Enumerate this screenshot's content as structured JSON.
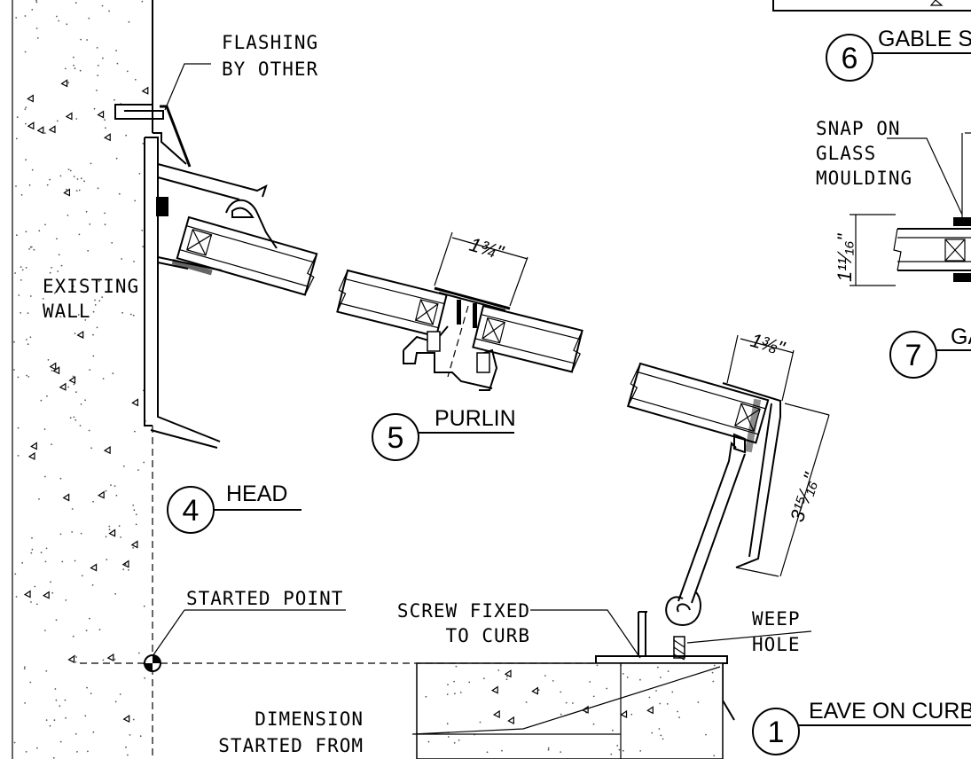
{
  "labels": {
    "flashing_line1": "FLASHING",
    "flashing_line2": "BY OTHER",
    "existing_wall_line1": "EXISTING",
    "existing_wall_line2": "WALL",
    "snap_on_line1": "SNAP ON",
    "snap_on_line2": "GLASS",
    "snap_on_line3": "MOULDING",
    "started_point": "STARTED POINT",
    "screw_fixed_line1": "SCREW FIXED",
    "screw_fixed_line2": "TO CURB",
    "weep_hole_line1": "WEEP",
    "weep_hole_line2": "HOLE",
    "dimension_line1": "DIMENSION",
    "dimension_line2": "STARTED FROM"
  },
  "details": [
    {
      "number": "1",
      "title": "EAVE ON CURB"
    },
    {
      "number": "4",
      "title": "HEAD"
    },
    {
      "number": "5",
      "title": "PURLIN"
    },
    {
      "number": "6",
      "title": "GABLE S"
    },
    {
      "number": "7",
      "title": "GA"
    }
  ],
  "dimensions": {
    "purlin_width": "1¾\"",
    "eave_width": "1⅜\"",
    "eave_height": "3¹⁵⁄₁₆\"",
    "gable_height": "1¹¹⁄₁₆\""
  }
}
